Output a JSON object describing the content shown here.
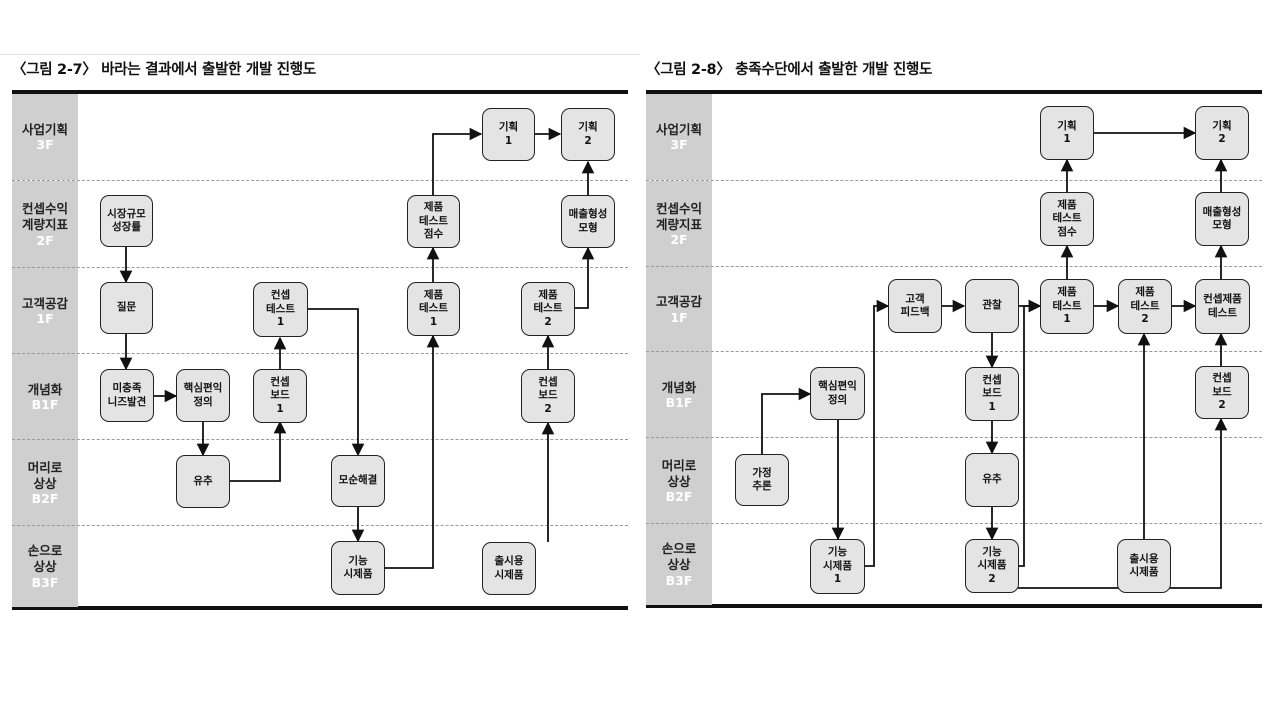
{
  "left": {
    "title": "〈그림 2-7〉 바라는 결과에서 출발한 개발 진행도",
    "lanes": [
      {
        "name": "사업기획",
        "floor": "3F"
      },
      {
        "name": "컨셉수익\n계량지표",
        "floor": "2F"
      },
      {
        "name": "고객공감",
        "floor": "1F"
      },
      {
        "name": "개념화",
        "floor": "B1F"
      },
      {
        "name": "머리로\n상상",
        "floor": "B2F"
      },
      {
        "name": "손으로\n상상",
        "floor": "B3F"
      }
    ],
    "nodes": {
      "market": "시장규모\n성장률",
      "question": "질문",
      "unmet": "미충족\n니즈발견",
      "core": "핵심편익\n정의",
      "analogy": "유추",
      "cboard1": "컨셉\n보드\n1",
      "ctest1": "컨셉\n테스트\n1",
      "resolve": "모순해결",
      "func": "기능\n시제품",
      "ptest1": "제품\n테스트\n1",
      "pscore": "제품\n테스트\n점수",
      "plan1": "기획\n1",
      "plan2": "기획\n2",
      "launch": "출시용\n시제품",
      "cboard2": "컨셉\n보드\n2",
      "ptest2": "제품\n테스트\n2",
      "revenue": "매출형성\n모형"
    }
  },
  "right": {
    "title": "〈그림 2-8〉 충족수단에서 출발한 개발 진행도",
    "lanes": [
      {
        "name": "사업기획",
        "floor": "3F"
      },
      {
        "name": "컨셉수익\n계량지표",
        "floor": "2F"
      },
      {
        "name": "고객공감",
        "floor": "1F"
      },
      {
        "name": "개념화",
        "floor": "B1F"
      },
      {
        "name": "머리로\n상상",
        "floor": "B2F"
      },
      {
        "name": "손으로\n상상",
        "floor": "B3F"
      }
    ],
    "nodes": {
      "hypo": "가정\n추론",
      "core": "핵심편익\n정의",
      "func1": "기능\n시제품\n1",
      "feedback": "고객\n피드백",
      "observe": "관찰",
      "cboard1": "컨셉\n보드\n1",
      "analogy": "유추",
      "func2": "기능\n시제품\n2",
      "ptest1": "제품\n테스트\n1",
      "pscore": "제품\n테스트\n점수",
      "plan1": "기획\n1",
      "ptest2": "제품\n테스트\n2",
      "launch": "출시용\n시제품",
      "cptest": "컨셉제품\n테스트",
      "cboard2": "컨셉\n보드\n2",
      "revenue": "매출형성\n모형",
      "plan2": "기획\n2"
    }
  }
}
